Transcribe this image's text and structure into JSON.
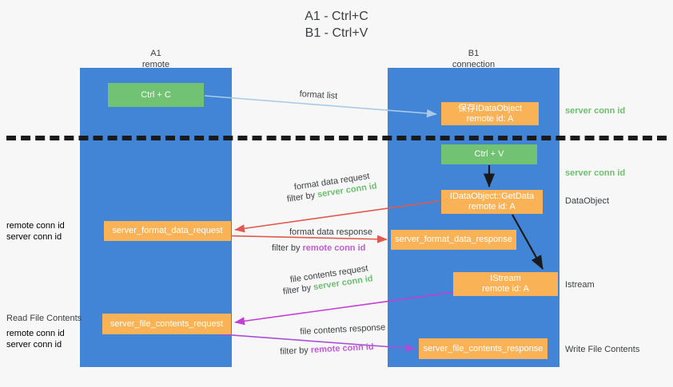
{
  "title": {
    "line1": "A1 - Ctrl+C",
    "line2": "B1 - Ctrl+V"
  },
  "lanes": [
    {
      "id": "a1",
      "name": "A1",
      "sub": "remote",
      "color": "#4285d6"
    },
    {
      "id": "b1",
      "name": "B1",
      "sub": "connection",
      "color": "#4285d6"
    }
  ],
  "nodes": {
    "ctrl_c": {
      "line1": "Ctrl + C",
      "line2": "",
      "color": "#72c274"
    },
    "save_idataobject": {
      "line1": "保存IDataObject",
      "line2": "remote id: A",
      "color": "#f9b356"
    },
    "ctrl_v": {
      "line1": "Ctrl + V",
      "line2": "",
      "color": "#72c274"
    },
    "getdata": {
      "line1": "IDataObject::GetData",
      "line2": "remote id: A",
      "color": "#f9b356"
    },
    "format_data_request": {
      "line1": "server_format_data_request",
      "line2": "",
      "color": "#f9b356"
    },
    "format_data_response": {
      "line1": "server_format_data_response",
      "line2": "",
      "color": "#f9b356"
    },
    "istream": {
      "line1": "IStream",
      "line2": "remote id: A",
      "color": "#f9b356"
    },
    "file_contents_request": {
      "line1": "server_file_contents_request",
      "line2": "",
      "color": "#f9b356"
    },
    "file_contents_response": {
      "line1": "server_file_contents_response",
      "line2": "",
      "color": "#f9b356"
    }
  },
  "edge_labels": {
    "format_list": "format list",
    "format_data_request": "format data request",
    "format_data_request_filter_prefix": "filter by ",
    "format_data_request_filter_value": "server conn id",
    "format_data_response": "format data response",
    "format_data_response_filter_prefix": "filter by ",
    "format_data_response_filter_value": "remote conn id",
    "file_contents_request": "file contents request",
    "file_contents_request_filter_prefix": "filter by ",
    "file_contents_request_filter_value": "server conn id",
    "file_contents_response": "file contents response",
    "file_contents_response_filter_prefix": "filter by ",
    "file_contents_response_filter_value": "remote conn id"
  },
  "annotations": {
    "server_conn_id_top": "server conn id",
    "server_conn_id_mid": "server conn id",
    "dataobject": "DataObject",
    "istream": "Istream",
    "write_file_contents": "Write File Contents",
    "read_file_contents": "Read File Contents",
    "remote_conn_id": "remote conn id",
    "server_conn_id": "server conn id"
  },
  "colors": {
    "lane": "#4285d6",
    "green_node": "#72c274",
    "orange_node": "#f9b356",
    "green_text": "#6cbf6e",
    "purple_text": "#c15cd6",
    "arrow_blue": "#a9cbe8",
    "arrow_red": "#e2584d",
    "arrow_magenta": "#c13fd4",
    "arrow_purple": "#a84fd6",
    "arrow_black": "#1a1a1a",
    "separator": "#1a1a1a",
    "background": "#f7f7f7"
  }
}
